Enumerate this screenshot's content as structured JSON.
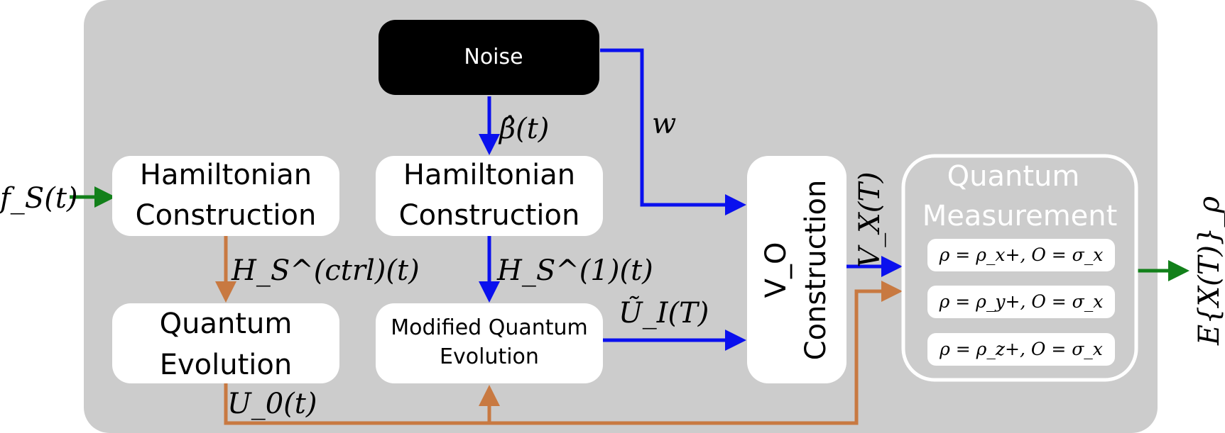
{
  "diagram": {
    "input_signal": "f_S(t)",
    "output_expectation": "E{X(T)}_ρ",
    "noise": {
      "label": "Noise"
    },
    "hamiltonian_ctrl": {
      "line1": "Hamiltonian",
      "line2": "Construction"
    },
    "hamiltonian_noise": {
      "line1": "Hamiltonian",
      "line2": "Construction"
    },
    "quantum_evolution": {
      "line1": "Quantum",
      "line2": "Evolution"
    },
    "modified_evolution": {
      "line1": "Modified Quantum",
      "line2": "Evolution"
    },
    "vo_construction": {
      "line1": "V_O",
      "line2": "Construction"
    },
    "measurement": {
      "line1": "Quantum",
      "line2": "Measurement",
      "items": [
        "ρ = ρ_x+, O = σ_x",
        "ρ = ρ_y+, O = σ_x",
        "ρ = ρ_z+, O = σ_x"
      ]
    },
    "edge_labels": {
      "beta": "β̂(t)",
      "w": "w",
      "h_ctrl": "H_S^(ctrl)(t)",
      "h_one": "H_S^(1)(t)",
      "u_tilde": "Ũ_I(T)",
      "u_zero": "U_0(t)",
      "v_x": "V_X(T)"
    },
    "colors": {
      "panel": "#cccccc",
      "blue": "#0a10ee",
      "orange": "#c87941",
      "green": "#12801a"
    }
  }
}
